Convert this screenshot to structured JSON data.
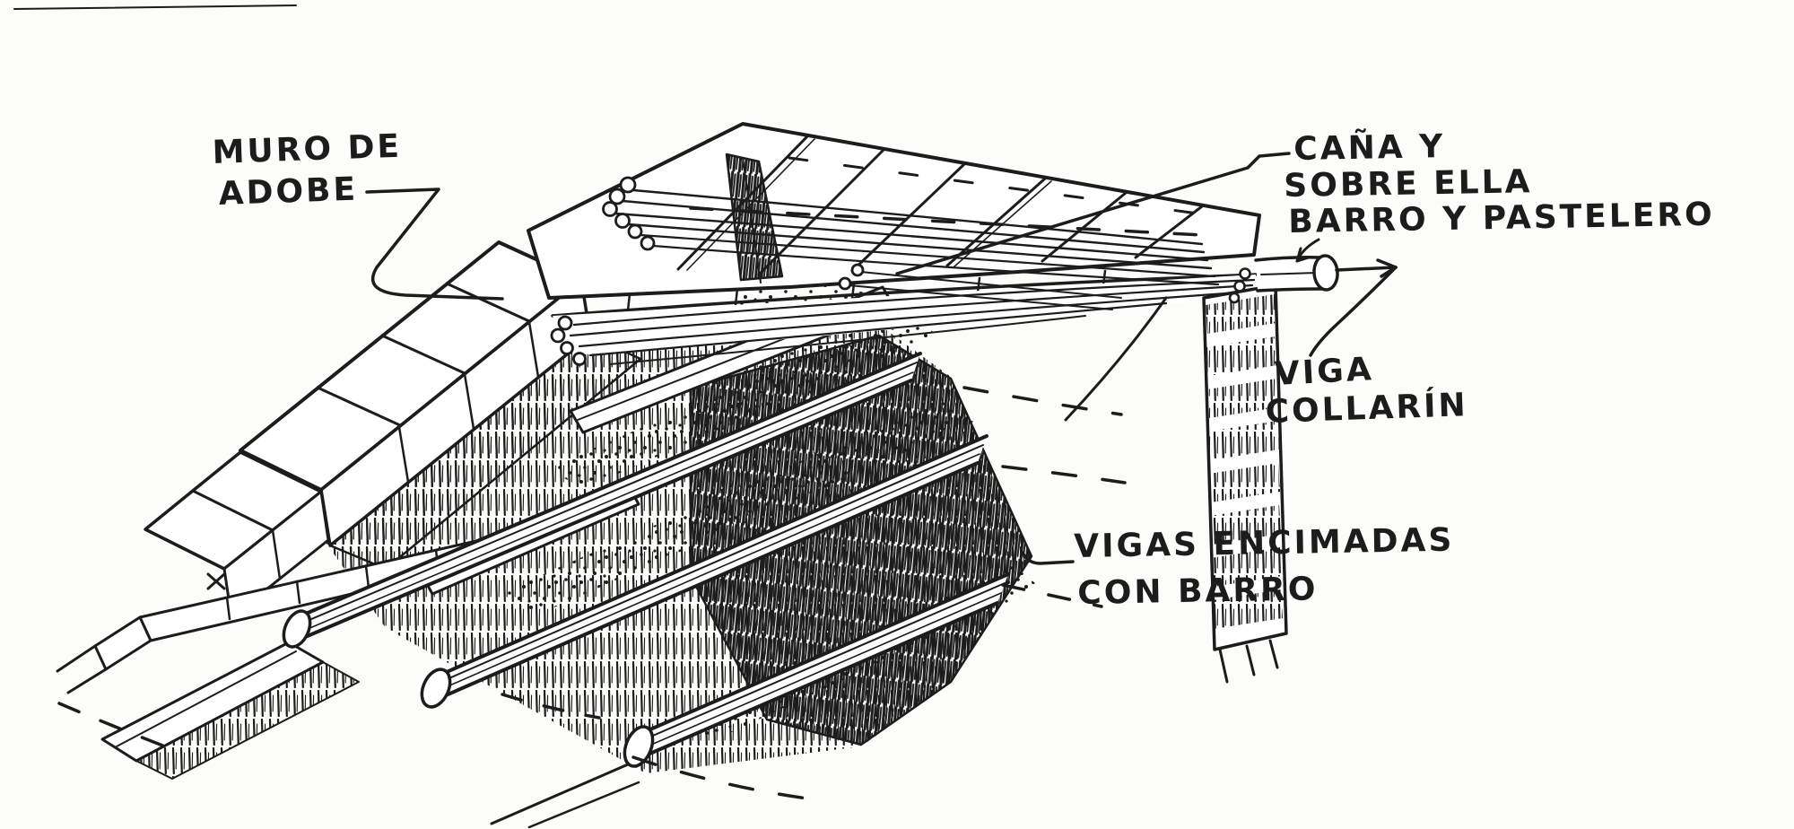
{
  "page": {
    "kind": "hand-drawn construction detail sketch of an adobe wall and roof system",
    "background_color": "#fcfcfa",
    "ink_color": "#1c1c1c"
  },
  "labels": {
    "muro_de_adobe": {
      "line1": "MURO DE",
      "line2": "ADOBE"
    },
    "cana_barro_pastelero": {
      "line1": "CAÑA Y",
      "line2": "SOBRE ELLA",
      "line3": "BARRO Y PASTELERO"
    },
    "viga_collarin": {
      "line1": "VIGA",
      "line2": "COLLARÍN"
    },
    "vigas_encimadas": {
      "line1": "VIGAS ENCIMADAS",
      "line2": "CON BARRO"
    }
  }
}
